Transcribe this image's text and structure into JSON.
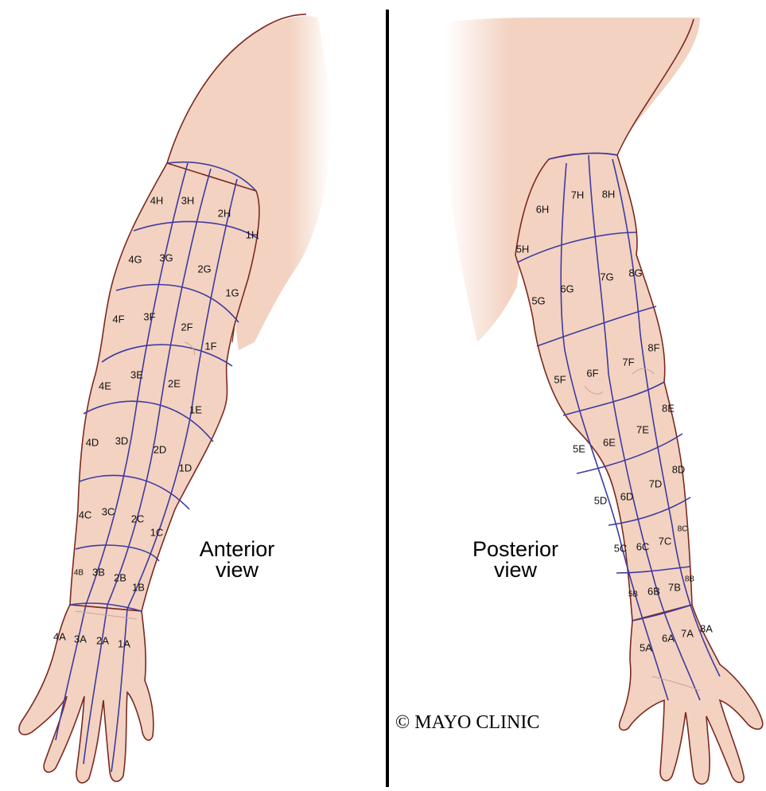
{
  "anterior": {
    "title_line1": "Anterior",
    "title_line2": "view",
    "labels": {
      "h": [
        "4H",
        "3H",
        "2H",
        "1H"
      ],
      "g": [
        "4G",
        "3G",
        "2G",
        "1G"
      ],
      "f": [
        "4F",
        "3F",
        "2F",
        "1F"
      ],
      "e": [
        "4E",
        "3E",
        "2E",
        "1E"
      ],
      "d": [
        "4D",
        "3D",
        "2D",
        "1D"
      ],
      "c": [
        "4C",
        "3C",
        "2C",
        "1C"
      ],
      "b": [
        "4B",
        "3B",
        "2B",
        "1B"
      ],
      "a": [
        "4A",
        "3A",
        "2A",
        "1A"
      ]
    }
  },
  "posterior": {
    "title_line1": "Posterior",
    "title_line2": "view",
    "labels": {
      "h": [
        "5H",
        "6H",
        "7H",
        "8H"
      ],
      "g": [
        "5G",
        "6G",
        "7G",
        "8G"
      ],
      "f": [
        "5F",
        "6F",
        "7F",
        "8F"
      ],
      "e": [
        "5E",
        "6E",
        "7E",
        "8E"
      ],
      "d": [
        "5D",
        "6D",
        "7D",
        "8D"
      ],
      "c": [
        "5C",
        "6C",
        "7C",
        "8C"
      ],
      "b": [
        "5B",
        "6B",
        "7B",
        "8B"
      ],
      "a": [
        "5A",
        "6A",
        "7A",
        "8A"
      ]
    }
  },
  "copyright": "© MAYO CLINIC",
  "colors": {
    "skin": "#f3d2c1",
    "outline": "#7a2a22",
    "grid": "#3f3ba0",
    "divider": "#000000"
  }
}
